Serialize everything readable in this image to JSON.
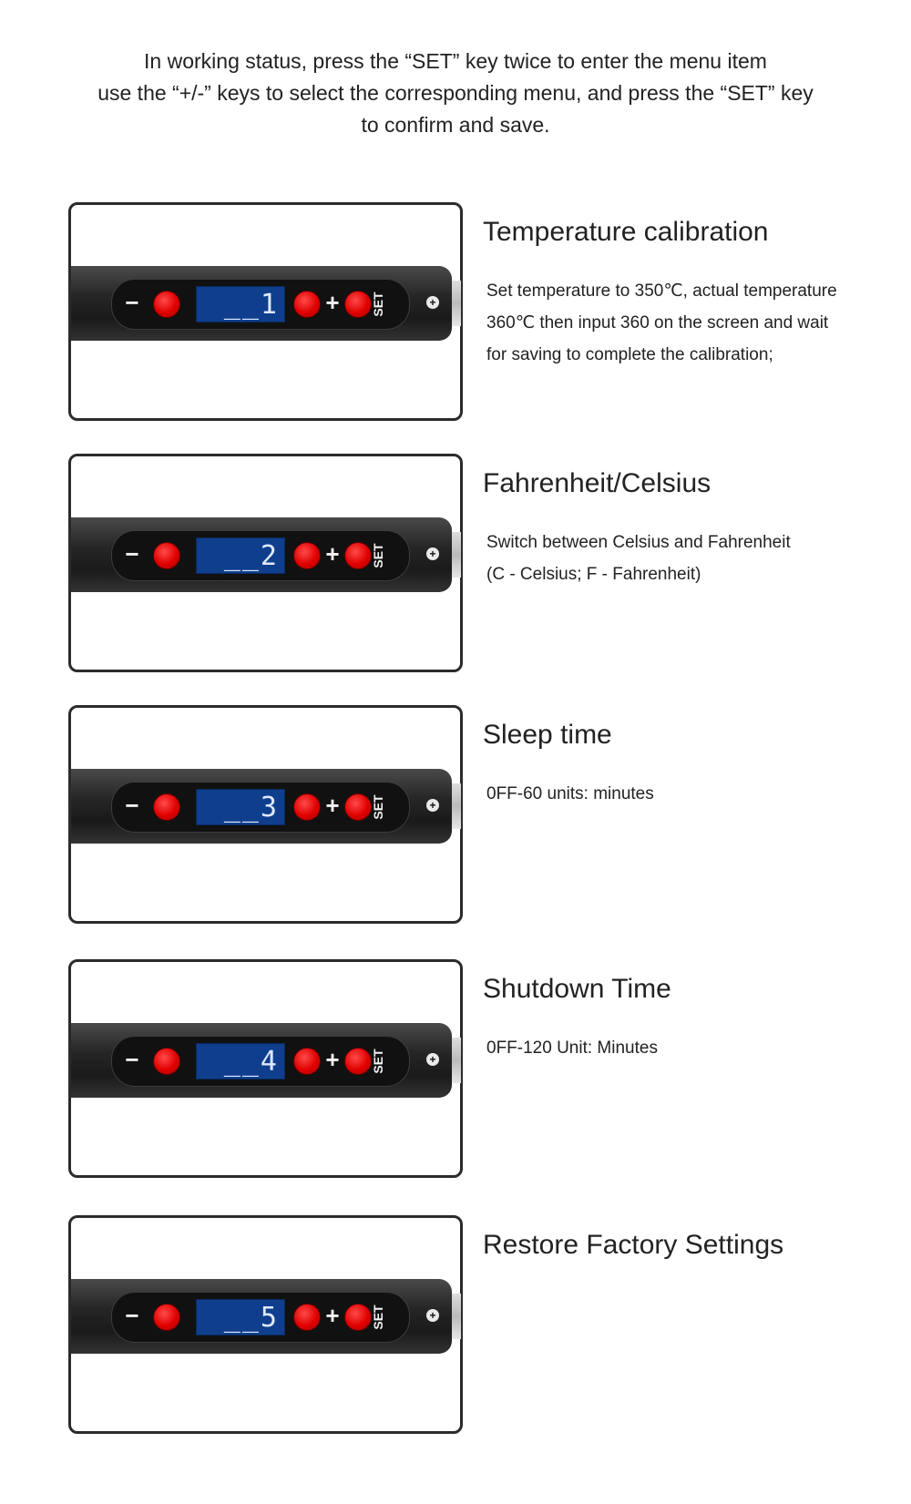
{
  "intro": [
    "In working status, press the “SET” key twice to enter the menu item",
    "use the “+/-” keys to select the corresponding menu, and press the “SET” key",
    "to confirm and save."
  ],
  "controller": {
    "minus": "−",
    "plus": "+",
    "set": "SET",
    "screw": "+"
  },
  "sections": [
    {
      "display": "__1",
      "title": "Temperature calibration",
      "desc": [
        "Set temperature to 350℃, actual temperature",
        "360℃ then input 360 on the screen and wait",
        "for saving to complete the calibration;"
      ]
    },
    {
      "display": "__2",
      "title": "Fahrenheit/Celsius",
      "desc": [
        "Switch between Celsius and Fahrenheit",
        "(C - Celsius; F - Fahrenheit)"
      ]
    },
    {
      "display": "__3",
      "title": "Sleep time",
      "desc": [
        "0FF-60 units: minutes"
      ]
    },
    {
      "display": "__4",
      "title": "Shutdown Time",
      "desc": [
        "0FF-120 Unit: Minutes"
      ]
    },
    {
      "display": "__5",
      "title": "Restore Factory Settings",
      "desc": []
    }
  ]
}
